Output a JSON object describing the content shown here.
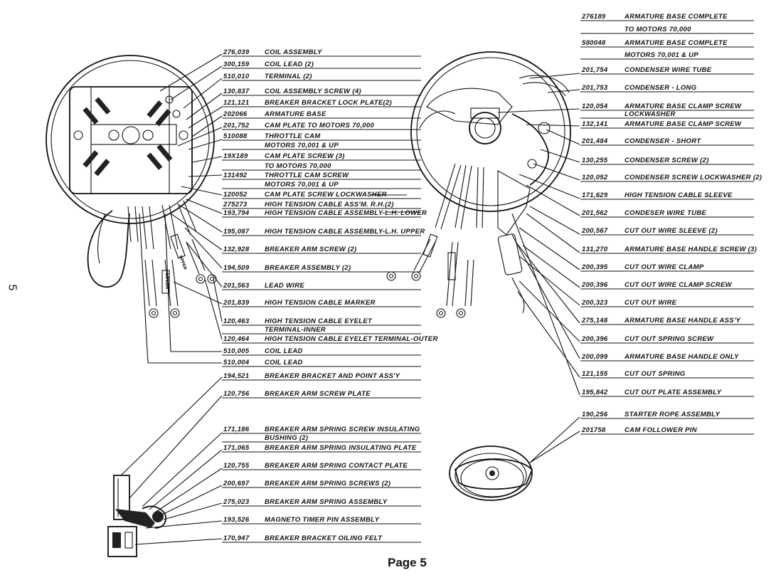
{
  "side_page_number": "5",
  "page_label": "Page 5",
  "left_parts": [
    {
      "number": "276,039",
      "desc": "COIL ASSEMBLY"
    },
    {
      "number": "300,159",
      "desc": "COIL LEAD (2)"
    },
    {
      "number": "510,010",
      "desc": "TERMINAL (2)"
    },
    {
      "number": "130,837",
      "desc": "COIL ASSEMBLY SCREW (4)"
    },
    {
      "number": "121,121",
      "desc": "BREAKER BRACKET LOCK PLATE(2)"
    },
    {
      "number": "202066",
      "desc": "ARMATURE BASE"
    },
    {
      "number": "201,752",
      "desc": "CAM PLATE   TO MOTORS 70,000"
    },
    {
      "number": "510088",
      "desc": "THROTTLE CAM"
    },
    {
      "number": "",
      "desc": "MOTORS 70,001 & UP"
    },
    {
      "number": "19X189",
      "desc": "CAM PLATE SCREW (3)"
    },
    {
      "number": "",
      "desc": "TO MOTORS 70,000"
    },
    {
      "number": "131492",
      "desc": "THROTTLE CAM SCREW"
    },
    {
      "number": "",
      "desc": "MOTORS 70,001 & UP"
    },
    {
      "number": "120052",
      "desc": "CAM PLATE SCREW LOCKWASHER"
    },
    {
      "number": "275273",
      "desc": "HIGH TENSION CABLE ASS'M. R.H.(2)"
    },
    {
      "number": "193,794",
      "desc": "HIGH TENSION CABLE ASSEMBLY-L.H. LOWER"
    },
    {
      "number": "195,087",
      "desc": "HIGH TENSION CABLE ASSEMBLY-L.H. UPPER"
    },
    {
      "number": "132,928",
      "desc": "BREAKER ARM SCREW (2)"
    },
    {
      "number": "194,509",
      "desc": "BREAKER ASSEMBLY (2)"
    },
    {
      "number": "201,563",
      "desc": "LEAD WIRE"
    },
    {
      "number": "201,839",
      "desc": "HIGH TENSION CABLE MARKER"
    },
    {
      "number": "120,463",
      "desc": "HIGH TENSION CABLE EYELET"
    },
    {
      "number": "",
      "desc": "TERMINAL-INNER"
    },
    {
      "number": "120,464",
      "desc": "HIGH TENSION CABLE EYELET TERMINAL-OUTER"
    },
    {
      "number": "510,005",
      "desc": "COIL LEAD"
    },
    {
      "number": "510,004",
      "desc": "COIL LEAD"
    },
    {
      "number": "194,521",
      "desc": "BREAKER BRACKET AND POINT ASS'Y"
    },
    {
      "number": "120,756",
      "desc": "BREAKER ARM SCREW PLATE"
    },
    {
      "number": "171,186",
      "desc": "BREAKER ARM SPRING SCREW INSULATING"
    },
    {
      "number": "",
      "desc": "BUSHING (2)"
    },
    {
      "number": "171,065",
      "desc": "BREAKER ARM SPRING INSULATING PLATE"
    },
    {
      "number": "120,755",
      "desc": "BREAKER ARM SPRING CONTACT PLATE"
    },
    {
      "number": "200,697",
      "desc": "BREAKER ARM SPRING SCREWS (2)"
    },
    {
      "number": "275,023",
      "desc": "BREAKER ARM SPRING ASSEMBLY"
    },
    {
      "number": "193,526",
      "desc": "MAGNETO TIMER PIN ASSEMBLY"
    },
    {
      "number": "170,947",
      "desc": "BREAKER BRACKET OILING FELT"
    }
  ],
  "right_parts": [
    {
      "number": "276189",
      "desc": "ARMATURE BASE COMPLETE"
    },
    {
      "number": "",
      "desc": "TO MOTORS 70,000"
    },
    {
      "number": "580048",
      "desc": "ARMATURE BASE COMPLETE"
    },
    {
      "number": "",
      "desc": "MOTORS 70,001 & UP"
    },
    {
      "number": "201,754",
      "desc": "CONDENSER WIRE TUBE"
    },
    {
      "number": "201,753",
      "desc": "CONDENSER - LONG"
    },
    {
      "number": "120,054",
      "desc": "ARMATURE BASE CLAMP SCREW"
    },
    {
      "number": "",
      "desc": "LOCKWASHER"
    },
    {
      "number": "132,141",
      "desc": "ARMATURE BASE CLAMP SCREW"
    },
    {
      "number": "201,484",
      "desc": "CONDENSER - SHORT"
    },
    {
      "number": "130,255",
      "desc": "CONDENSER SCREW (2)"
    },
    {
      "number": "120,052",
      "desc": "CONDENSER SCREW LOCKWASHER (2)"
    },
    {
      "number": "171,629",
      "desc": "HIGH TENSION CABLE SLEEVE"
    },
    {
      "number": "201,562",
      "desc": "CONDESER WIRE TUBE"
    },
    {
      "number": "200,567",
      "desc": "CUT OUT WIRE SLEEVE (2)"
    },
    {
      "number": "131,270",
      "desc": "ARMATURE BASE HANDLE SCREW (3)"
    },
    {
      "number": "200,395",
      "desc": "CUT OUT WIRE CLAMP"
    },
    {
      "number": "200,396",
      "desc": "CUT OUT WIRE CLAMP SCREW"
    },
    {
      "number": "200,323",
      "desc": "CUT OUT WIRE"
    },
    {
      "number": "275,148",
      "desc": "ARMATURE BASE HANDLE ASS'Y"
    },
    {
      "number": "200,396",
      "desc": "CUT OUT SPRING SCREW"
    },
    {
      "number": "200,099",
      "desc": "ARMATURE BASE HANDLE ONLY"
    },
    {
      "number": "121,155",
      "desc": "CUT OUT SPRING"
    },
    {
      "number": "195,842",
      "desc": "CUT OUT PLATE ASSEMBLY"
    },
    {
      "number": "190,256",
      "desc": "STARTER ROPE ASSEMBLY"
    },
    {
      "number": "201758",
      "desc": "CAM FOLLOWER PIN"
    }
  ],
  "sticker_labels": [
    "UPPER",
    "LOWER"
  ]
}
